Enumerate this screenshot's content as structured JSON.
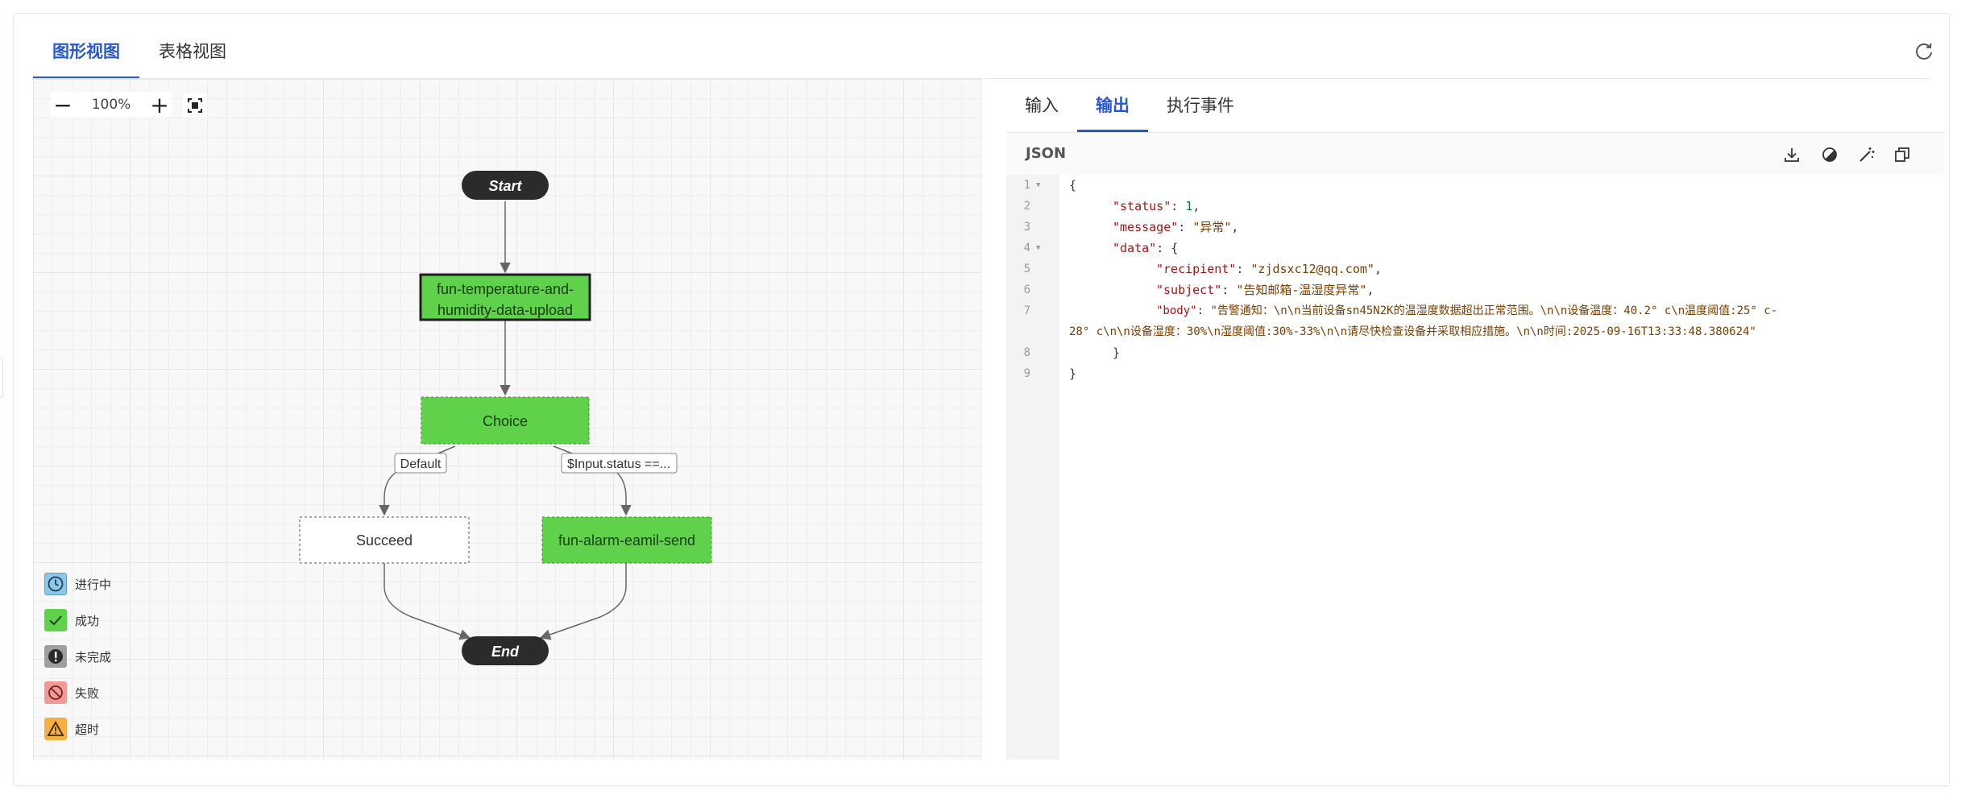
{
  "view_tabs": {
    "graph": "图形视图",
    "table": "表格视图"
  },
  "toolbar": {
    "zoom_level": "100%",
    "zoom_out": "−",
    "zoom_in": "+"
  },
  "flow": {
    "start": "Start",
    "task1_line1": "fun-temperature-and-",
    "task1_line2": "humidity-data-upload",
    "choice": "Choice",
    "edge_default": "Default",
    "edge_condition": "$Input.status ==...",
    "succeed": "Succeed",
    "alarm": "fun-alarm-eamil-send",
    "end": "End"
  },
  "legend": [
    {
      "label": "进行中",
      "color": "#8ec6e8",
      "icon": "clock-icon"
    },
    {
      "label": "成功",
      "color": "#5fd14a",
      "icon": "check-icon"
    },
    {
      "label": "未完成",
      "color": "#9e9e9e",
      "icon": "exclamation-icon"
    },
    {
      "label": "失败",
      "color": "#f09999",
      "icon": "forbidden-icon"
    },
    {
      "label": "超时",
      "color": "#f5b041",
      "icon": "warning-icon"
    }
  ],
  "io_tabs": {
    "input": "输入",
    "output": "输出",
    "events": "执行事件"
  },
  "json_panel": {
    "label": "JSON",
    "line_numbers": [
      "1",
      "2",
      "3",
      "4",
      "5",
      "6",
      "7",
      "8",
      "9"
    ],
    "code": {
      "open": "{",
      "status_key": "\"status\"",
      "status_val": "1",
      "message_key": "\"message\"",
      "message_val": "\"异常\"",
      "data_key": "\"data\"",
      "recipient_key": "\"recipient\"",
      "recipient_val": "\"zjdsxc12@qq.com\"",
      "subject_key": "\"subject\"",
      "subject_val": "\"告知邮箱-温湿度异常\"",
      "body_key": "\"body\"",
      "body_val_1": "\"告警通知：\\n\\n当前设备sn45N2K的温湿度数据超出正常范围。\\n\\n设备温度：40.2° c\\n温度阈值:25° c-",
      "body_val_2": "28° c\\n\\n设备湿度：30%\\n湿度阈值:30%-33%\\n\\n请尽快检查设备并采取相应措施。\\n\\n时间:2025-09-16T13:33:48.380624\"",
      "close_data": "}",
      "close": "}"
    }
  },
  "colors": {
    "accent": "#2a57c9",
    "success": "#5fd14a",
    "dark_node": "#2b2b2b"
  }
}
